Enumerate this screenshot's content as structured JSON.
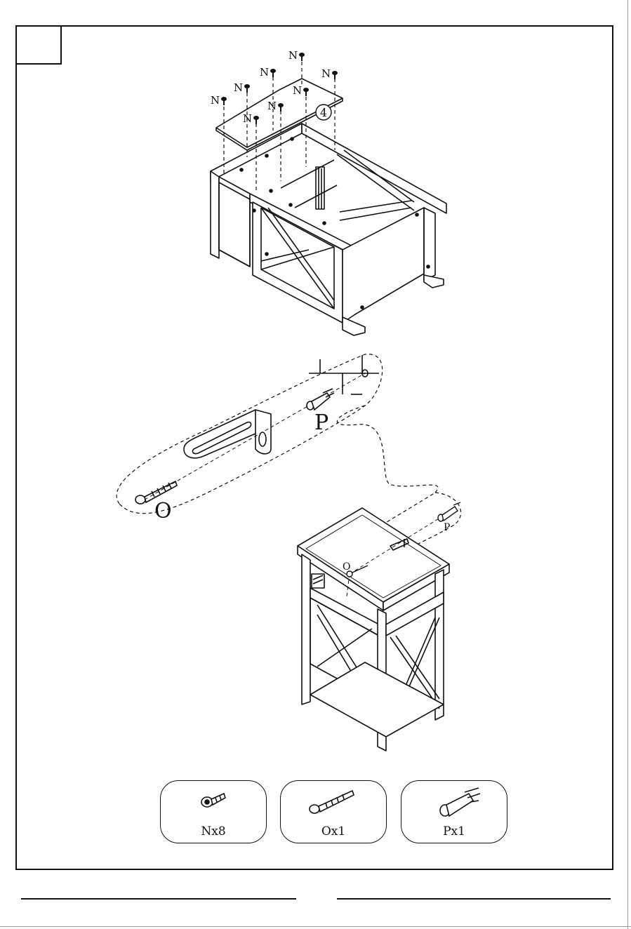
{
  "step": {
    "number": ""
  },
  "callouts": {
    "screw_n": "N",
    "panel_number": "4",
    "screw_o": "O",
    "anchor_p": "P"
  },
  "hardware": [
    {
      "id": "N",
      "label": "Nx8",
      "icon": "wood-screw-n-icon"
    },
    {
      "id": "O",
      "label": "Ox1",
      "icon": "long-screw-o-icon"
    },
    {
      "id": "P",
      "label": "Px1",
      "icon": "wall-anchor-p-icon"
    }
  ],
  "colors": {
    "line": "#111111",
    "background": "#ffffff"
  }
}
